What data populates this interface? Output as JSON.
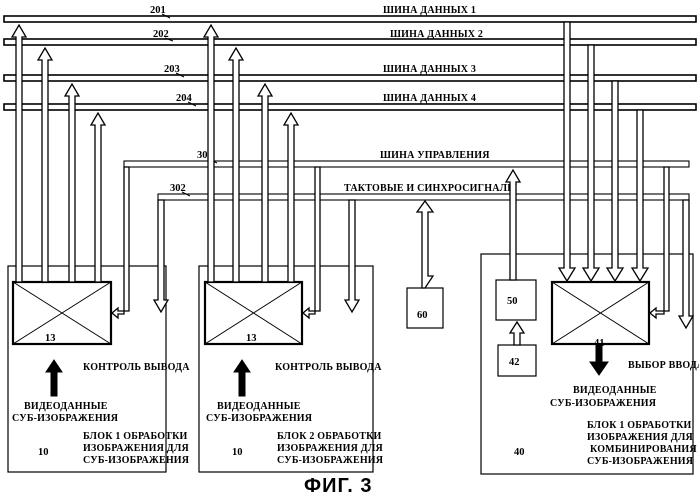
{
  "buses": {
    "bus201": {
      "ref": "201",
      "label": "ШИНА ДАННЫХ 1"
    },
    "bus202": {
      "ref": "202",
      "label": "ШИНА ДАННЫХ 2"
    },
    "bus203": {
      "ref": "203",
      "label": "ШИНА ДАННЫХ 3"
    },
    "bus204": {
      "ref": "204",
      "label": "ШИНА ДАННЫХ 4"
    },
    "bus301": {
      "ref": "301",
      "label": "ШИНА УПРАВЛЕНИЯ"
    },
    "bus302": {
      "ref": "302",
      "label": "ТАКТОВЫЕ И СИНХРОСИГНАЛЫ"
    }
  },
  "block1": {
    "inner_ref": "13",
    "output_control": "КОНТРОЛЬ ВЫВОДА",
    "input_line1": "ВИДЕОДАННЫЕ",
    "input_line2": "СУБ-ИЗОБРАЖЕНИЯ",
    "ref": "10",
    "name_line1": "БЛОК 1 ОБРАБОТКИ",
    "name_line2": "ИЗОБРАЖЕНИЯ ДЛЯ",
    "name_line3": "СУБ-ИЗОБРАЖЕНИЯ"
  },
  "block2": {
    "inner_ref": "13",
    "output_control": "КОНТРОЛЬ ВЫВОДА",
    "input_line1": "ВИДЕОДАННЫЕ",
    "input_line2": "СУБ-ИЗОБРАЖЕНИЯ",
    "ref": "10",
    "name_line1": "БЛОК 2 ОБРАБОТКИ",
    "name_line2": "ИЗОБРАЖЕНИЯ ДЛЯ",
    "name_line3": "СУБ-ИЗОБРАЖЕНИЯ"
  },
  "unit60": {
    "ref": "60"
  },
  "block40": {
    "ref": "40",
    "box50": "50",
    "box42": "42",
    "inner_ref": "41",
    "input_select": "ВЫБОР ВВОДА",
    "output_line1": "ВИДЕОДАННЫЕ",
    "output_line2": "СУБ-ИЗОБРАЖЕНИЯ",
    "name_line1": "БЛОК 1 ОБРАБОТКИ",
    "name_line2": "ИЗОБРАЖЕНИЯ ДЛЯ",
    "name_line3": "КОМБИНИРОВАНИЯ",
    "name_line4": "СУБ-ИЗОБРАЖЕНИЯ"
  },
  "caption": "ФИГ. 3"
}
